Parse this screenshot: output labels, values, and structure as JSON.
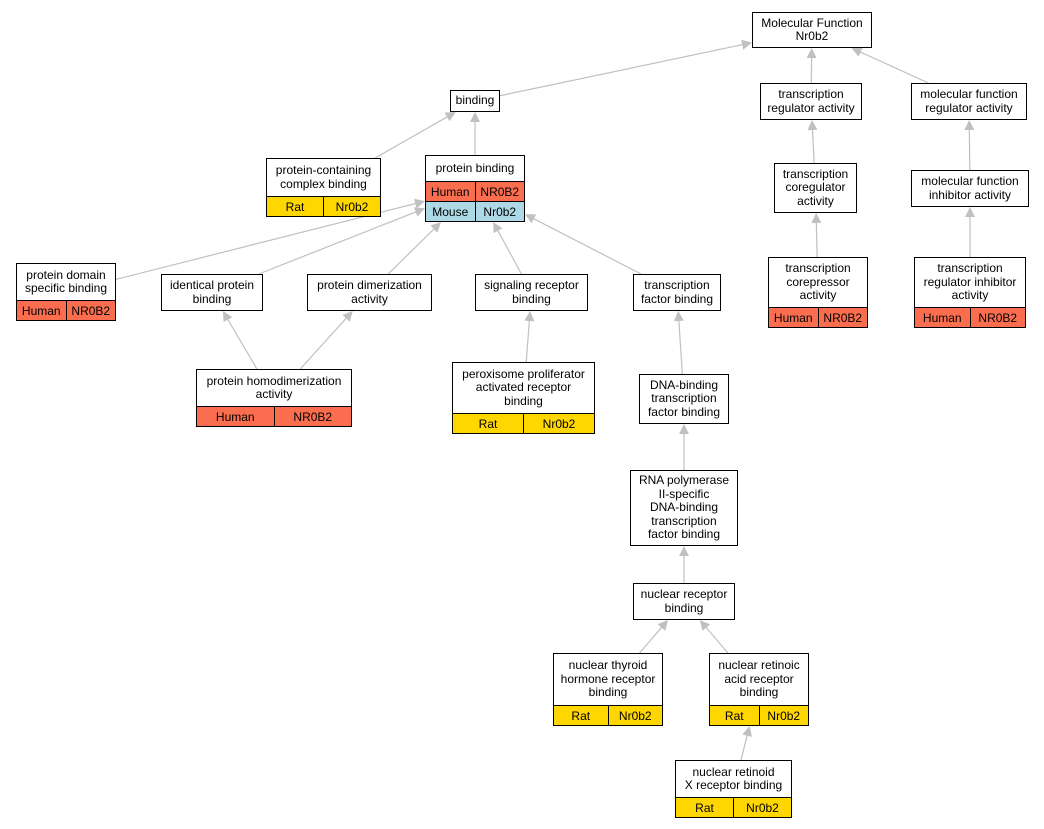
{
  "colors": {
    "human": "#fa6e4f",
    "rat": "#ffd700",
    "mouse": "#add8e6",
    "edge": "#c0c0c0"
  },
  "nodes": {
    "molecular_function": {
      "label": "Molecular Function\nNr0b2"
    },
    "binding": {
      "label": "binding"
    },
    "transcription_regulator_activity": {
      "label": "transcription\nregulator activity"
    },
    "molecular_function_regulator_activity": {
      "label": "molecular function\nregulator activity"
    },
    "protein_containing_complex_binding": {
      "label": "protein-containing\ncomplex binding",
      "annotations": [
        {
          "species": "Rat",
          "gene": "Nr0b2"
        }
      ]
    },
    "protein_binding": {
      "label": "protein binding",
      "annotations": [
        {
          "species": "Human",
          "gene": "NR0B2"
        },
        {
          "species": "Mouse",
          "gene": "Nr0b2"
        }
      ]
    },
    "transcription_coregulator_activity": {
      "label": "transcription\ncoregulator\nactivity"
    },
    "molecular_function_inhibitor_activity": {
      "label": "molecular function\ninhibitor activity"
    },
    "protein_domain_specific_binding": {
      "label": "protein domain\nspecific binding",
      "annotations": [
        {
          "species": "Human",
          "gene": "NR0B2"
        }
      ]
    },
    "identical_protein_binding": {
      "label": "identical protein\nbinding"
    },
    "protein_dimerization_activity": {
      "label": "protein dimerization\nactivity"
    },
    "signaling_receptor_binding": {
      "label": "signaling receptor\nbinding"
    },
    "transcription_factor_binding": {
      "label": "transcription\nfactor binding"
    },
    "transcription_corepressor_activity": {
      "label": "transcription\ncorepressor\nactivity",
      "annotations": [
        {
          "species": "Human",
          "gene": "NR0B2"
        }
      ]
    },
    "transcription_regulator_inhibitor_activity": {
      "label": "transcription\nregulator inhibitor\nactivity",
      "annotations": [
        {
          "species": "Human",
          "gene": "NR0B2"
        }
      ]
    },
    "protein_homodimerization_activity": {
      "label": "protein homodimerization\nactivity",
      "annotations": [
        {
          "species": "Human",
          "gene": "NR0B2"
        }
      ]
    },
    "ppar_binding": {
      "label": "peroxisome proliferator\nactivated receptor\nbinding",
      "annotations": [
        {
          "species": "Rat",
          "gene": "Nr0b2"
        }
      ]
    },
    "dna_binding_tf_binding": {
      "label": "DNA-binding\ntranscription\nfactor binding"
    },
    "rna_pol_ii_tf_binding": {
      "label": "RNA polymerase\nII-specific\nDNA-binding\ntranscription\nfactor binding"
    },
    "nuclear_receptor_binding": {
      "label": "nuclear receptor\nbinding"
    },
    "nuclear_thyroid_hormone_receptor_binding": {
      "label": "nuclear thyroid\nhormone receptor\nbinding",
      "annotations": [
        {
          "species": "Rat",
          "gene": "Nr0b2"
        }
      ]
    },
    "nuclear_retinoic_acid_receptor_binding": {
      "label": "nuclear retinoic\nacid receptor\nbinding",
      "annotations": [
        {
          "species": "Rat",
          "gene": "Nr0b2"
        }
      ]
    },
    "nuclear_retinoid_x_receptor_binding": {
      "label": "nuclear retinoid\nX receptor binding",
      "annotations": [
        {
          "species": "Rat",
          "gene": "Nr0b2"
        }
      ]
    }
  },
  "edges": [
    [
      "binding",
      "molecular_function"
    ],
    [
      "transcription_regulator_activity",
      "molecular_function"
    ],
    [
      "molecular_function_regulator_activity",
      "molecular_function"
    ],
    [
      "protein_containing_complex_binding",
      "binding"
    ],
    [
      "protein_binding",
      "binding"
    ],
    [
      "transcription_coregulator_activity",
      "transcription_regulator_activity"
    ],
    [
      "molecular_function_inhibitor_activity",
      "molecular_function_regulator_activity"
    ],
    [
      "protein_domain_specific_binding",
      "protein_binding"
    ],
    [
      "identical_protein_binding",
      "protein_binding"
    ],
    [
      "protein_dimerization_activity",
      "protein_binding"
    ],
    [
      "signaling_receptor_binding",
      "protein_binding"
    ],
    [
      "transcription_factor_binding",
      "protein_binding"
    ],
    [
      "transcription_corepressor_activity",
      "transcription_coregulator_activity"
    ],
    [
      "transcription_regulator_inhibitor_activity",
      "molecular_function_inhibitor_activity"
    ],
    [
      "protein_homodimerization_activity",
      "identical_protein_binding"
    ],
    [
      "protein_homodimerization_activity",
      "protein_dimerization_activity"
    ],
    [
      "ppar_binding",
      "signaling_receptor_binding"
    ],
    [
      "dna_binding_tf_binding",
      "transcription_factor_binding"
    ],
    [
      "rna_pol_ii_tf_binding",
      "dna_binding_tf_binding"
    ],
    [
      "nuclear_receptor_binding",
      "rna_pol_ii_tf_binding"
    ],
    [
      "nuclear_thyroid_hormone_receptor_binding",
      "nuclear_receptor_binding"
    ],
    [
      "nuclear_retinoic_acid_receptor_binding",
      "nuclear_receptor_binding"
    ],
    [
      "nuclear_retinoid_x_receptor_binding",
      "nuclear_retinoic_acid_receptor_binding"
    ]
  ]
}
